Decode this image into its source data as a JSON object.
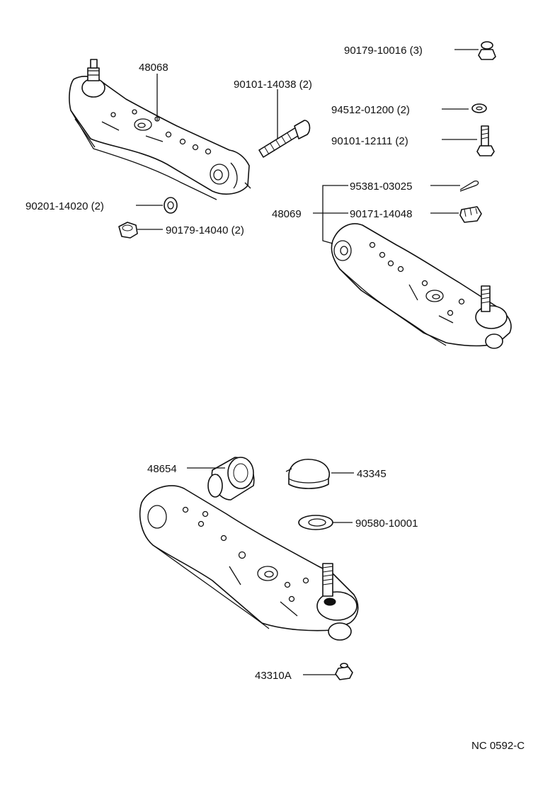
{
  "callouts": {
    "arm_upper_left": "48068",
    "bolt_upper": "90101-14038 (2)",
    "nut_top": "90179-10016 (3)",
    "washer_small": "94512-01200 (2)",
    "bolt_small": "90101-12111 (2)",
    "cotter_pin": "95381-03025",
    "arm_upper_right": "48069",
    "castle_nut": "90171-14048",
    "washer_left": "90201-14020 (2)",
    "nut_left": "90179-14040 (2)",
    "bushing": "48654",
    "dust_cover": "43345",
    "washer_lower": "90580-10001",
    "ball_joint_nut": "43310A"
  },
  "diagram_code": "NC 0592-C"
}
